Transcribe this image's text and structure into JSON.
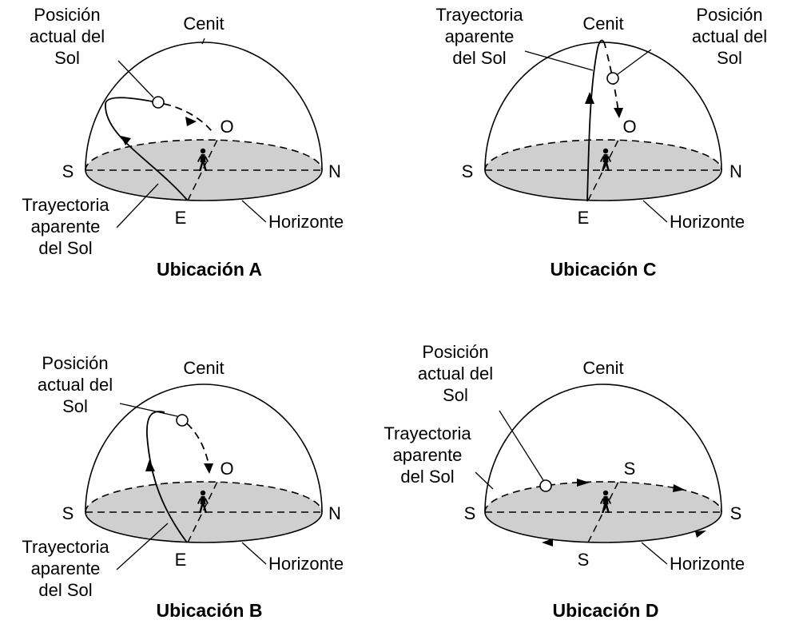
{
  "panels": {
    "A": {
      "title": "Ubicación A",
      "zenith": "Cenit",
      "left_point": "S",
      "right_point": "N",
      "far_point": "O",
      "near_point": "E",
      "horizon": "Horizonte",
      "sun_position": [
        "Posición",
        "actual del",
        "Sol"
      ],
      "sun_path": [
        "Trayectoria",
        "aparente",
        "del Sol"
      ]
    },
    "B": {
      "title": "Ubicación B",
      "zenith": "Cenit",
      "left_point": "S",
      "right_point": "N",
      "far_point": "O",
      "near_point": "E",
      "horizon": "Horizonte",
      "sun_position": [
        "Posición",
        "actual del",
        "Sol"
      ],
      "sun_path": [
        "Trayectoria",
        "aparente",
        "del Sol"
      ]
    },
    "C": {
      "title": "Ubicación C",
      "zenith": "Cenit",
      "left_point": "S",
      "right_point": "N",
      "far_point": "O",
      "near_point": "E",
      "horizon": "Horizonte",
      "sun_position": [
        "Posición",
        "actual del",
        "Sol"
      ],
      "sun_path": [
        "Trayectoria",
        "aparente",
        "del Sol"
      ]
    },
    "D": {
      "title": "Ubicación D",
      "zenith": "Cenit",
      "left_point": "S",
      "right_point": "S",
      "far_point": "S",
      "near_point": "S",
      "horizon": "Horizonte",
      "sun_position": [
        "Posición",
        "actual del",
        "Sol"
      ],
      "sun_path": [
        "Trayectoria",
        "aparente",
        "del Sol"
      ]
    }
  },
  "colors": {
    "horizon_fill": "#cfcfcf",
    "line": "#000000",
    "background": "#ffffff"
  },
  "icons": {
    "observer": "person-icon",
    "sun": "sun-marker-icon"
  }
}
